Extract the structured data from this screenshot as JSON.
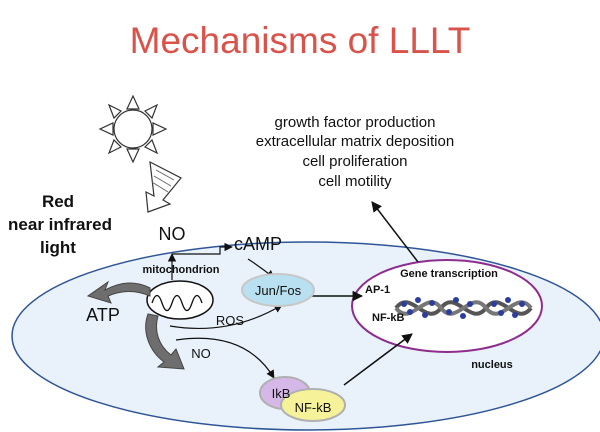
{
  "title": "Mechanisms of LLLT",
  "colors": {
    "title": "#d9534a",
    "cell_fill": "#e9f2fb",
    "cell_stroke": "#2f5597",
    "nucleus_stroke": "#8e2d8e",
    "jun_fill": "#b9e0f0",
    "ikb_fill": "#d5b7e8",
    "nfkb_fill": "#f6f29a"
  },
  "outcomes": [
    "growth factor production",
    "extracellular matrix deposition",
    "cell proliferation",
    "cell motility"
  ],
  "light_label": [
    "Red",
    "near infrared",
    "light"
  ],
  "labels": {
    "no_top": "NO",
    "camp": "cAMP",
    "mitochondrion": "mitochondrion",
    "atp": "ATP",
    "ros": "ROS",
    "no_bottom": "NO",
    "jun_fos": "Jun/Fos",
    "ikb": "IkB",
    "nfkb": "NF-kB",
    "gene_transcription": "Gene transcription",
    "ap1": "AP-1",
    "nfkb_nucleus": "NF-kB",
    "nucleus": "nucleus"
  },
  "icons": {
    "sun": "sun-icon",
    "light_beam": "light-beam-arrow-icon",
    "mitochondrion": "mitochondrion-icon",
    "dna": "dna-double-helix-icon"
  }
}
